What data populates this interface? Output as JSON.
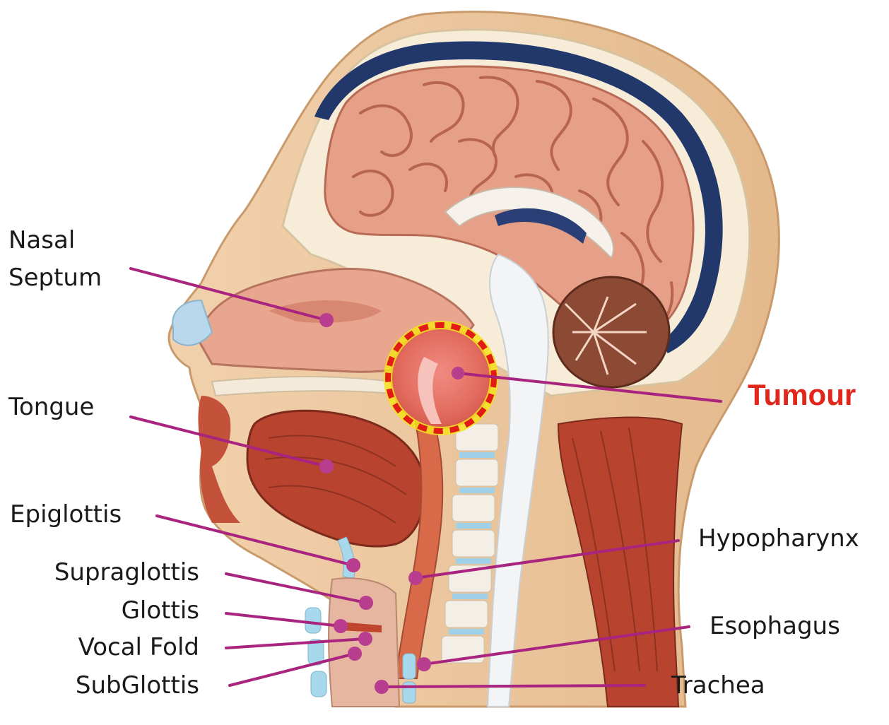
{
  "diagram": {
    "labels": {
      "nasal_septum_line1": "Nasal",
      "nasal_septum_line2": "Septum",
      "tongue": "Tongue",
      "epiglottis": "Epiglottis",
      "supraglottis": "Supraglottis",
      "glottis": "Glottis",
      "vocal_fold": "Vocal Fold",
      "subglottis": "SubGlottis",
      "tumour": "Tumour",
      "hypopharynx": "Hypopharynx",
      "esophagus": "Esophagus",
      "trachea": "Trachea"
    },
    "colors": {
      "leader_line": "#a8247e",
      "tumour_label": "#e1261c",
      "tumour_ring_dash": "#e31b16",
      "tumour_ring_glow": "#f4e21c",
      "skin": "#e9c49b",
      "brain": "#e6a088",
      "meninges": "#22386b",
      "muscle": "#b54a35",
      "cartilage": "#a8d8ec"
    }
  }
}
